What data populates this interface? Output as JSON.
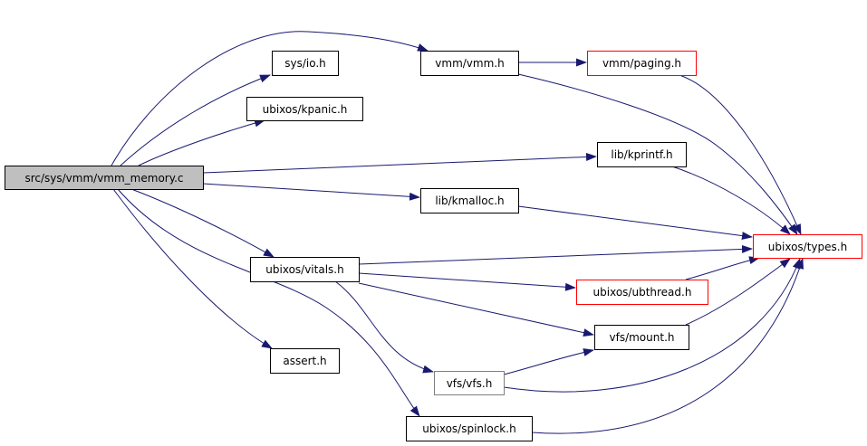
{
  "graph": {
    "root": "src/sys/vmm/vmm_memory.c",
    "nodes": {
      "sys_io": "sys/io.h",
      "kpanic": "ubixos/kpanic.h",
      "vmm": "vmm/vmm.h",
      "paging": "vmm/paging.h",
      "kprintf": "lib/kprintf.h",
      "kmalloc": "lib/kmalloc.h",
      "types": "ubixos/types.h",
      "vitals": "ubixos/vitals.h",
      "ubthread": "ubixos/ubthread.h",
      "mount": "vfs/mount.h",
      "assert": "assert.h",
      "vfs": "vfs/vfs.h",
      "spinlock": "ubixos/spinlock.h"
    },
    "edges": [
      [
        "root",
        "vmm"
      ],
      [
        "root",
        "sys_io"
      ],
      [
        "root",
        "kpanic"
      ],
      [
        "root",
        "kprintf"
      ],
      [
        "root",
        "kmalloc"
      ],
      [
        "root",
        "vitals"
      ],
      [
        "root",
        "assert"
      ],
      [
        "root",
        "spinlock"
      ],
      [
        "vmm",
        "paging"
      ],
      [
        "vmm",
        "types"
      ],
      [
        "paging",
        "types"
      ],
      [
        "kprintf",
        "types"
      ],
      [
        "kmalloc",
        "types"
      ],
      [
        "vitals",
        "types"
      ],
      [
        "vitals",
        "ubthread"
      ],
      [
        "vitals",
        "mount"
      ],
      [
        "vitals",
        "vfs"
      ],
      [
        "ubthread",
        "types"
      ],
      [
        "mount",
        "types"
      ],
      [
        "vfs",
        "mount"
      ],
      [
        "vfs",
        "types"
      ],
      [
        "spinlock",
        "types"
      ]
    ],
    "colors": {
      "edge": "#191970",
      "root_fill": "#bfbfbf",
      "incomplete_border": "#ff0000"
    }
  }
}
